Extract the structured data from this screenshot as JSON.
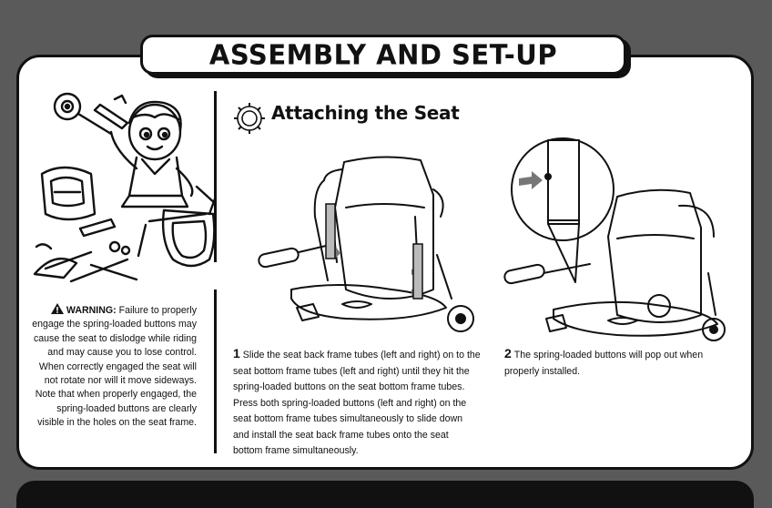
{
  "header": {
    "title": "ASSEMBLY AND SET-UP"
  },
  "section": {
    "title": "Attaching the Seat",
    "icon": "gear-icon"
  },
  "warning": {
    "label": "WARNING:",
    "text": "Failure to properly engage the spring-loaded buttons may cause the seat to dislodge while riding and may cause you to lose control. When correctly engaged the seat will not rotate nor will it move sideways. Note that when properly engaged, the spring-loaded buttons are clearly visible in the holes on the seat frame.",
    "icon": "warning-triangle-icon"
  },
  "steps": [
    {
      "number": "1",
      "text": "Slide the seat back frame tubes (left and right) on to the seat bottom frame tubes (left and right) until they hit the spring-loaded buttons on the seat bottom frame tubes. Press both spring-loaded buttons (left and right) on the seat bottom frame tubes simultaneously to slide down and install the seat back frame tubes onto the seat bottom frame simultaneously."
    },
    {
      "number": "2",
      "text": "The spring-loaded buttons will pop out when properly installed."
    }
  ],
  "colors": {
    "background": "#5a5a5a",
    "panel": "#ffffff",
    "ink": "#111111",
    "arrow": "#777777"
  }
}
